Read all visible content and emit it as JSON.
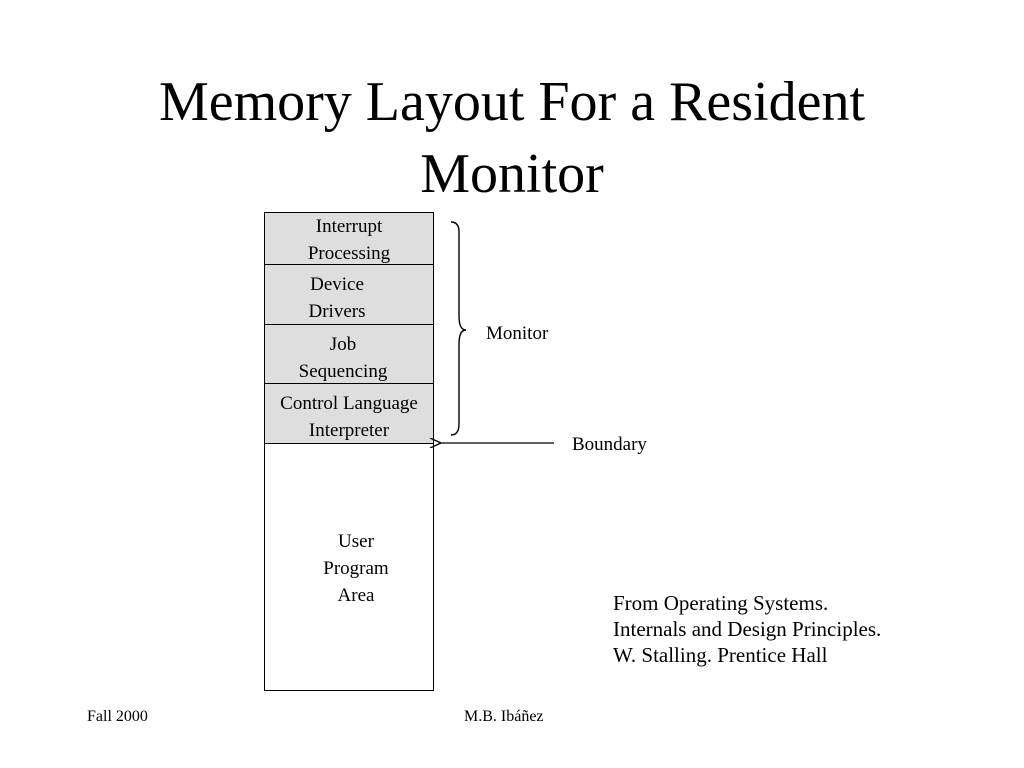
{
  "slide": {
    "title": "Memory Layout For a Resident\nMonitor",
    "memory_blocks": [
      {
        "label": "Interrupt\nProcessing"
      },
      {
        "label": "Device\nDrivers"
      },
      {
        "label": "Job\nSequencing"
      },
      {
        "label": "Control Language\nInterpreter"
      },
      {
        "label": "User\nProgram\nArea"
      }
    ],
    "monitor_label": "Monitor",
    "boundary_label": "Boundary",
    "citation": "From Operating Systems.\nInternals and Design Principles.\nW. Stalling. Prentice Hall",
    "footer_left": "Fall 2000",
    "footer_center": "M.B. Ibáñez"
  }
}
